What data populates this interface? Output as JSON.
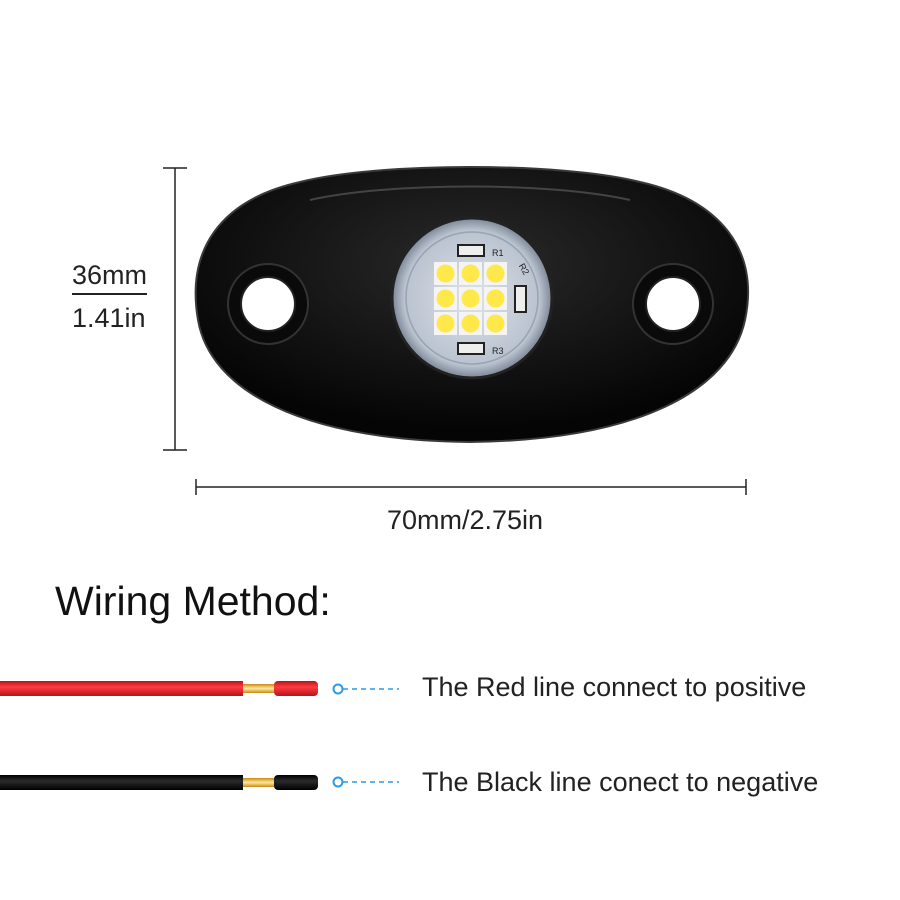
{
  "dimensions": {
    "height_mm": "36mm",
    "height_in": "1.41in",
    "width": "70mm/2.75in"
  },
  "pcb_labels": [
    "R1",
    "R2",
    "R3"
  ],
  "wiring": {
    "title": "Wiring Method:",
    "red": {
      "text": "The Red line connect to positive",
      "color": "#e8262d"
    },
    "black": {
      "text": "The Black line conect to negative",
      "color": "#1a1a1a"
    }
  },
  "colors": {
    "led": "#ffe84a",
    "connector_dash": "#2b9be8",
    "housing": "#0c0c0c"
  }
}
